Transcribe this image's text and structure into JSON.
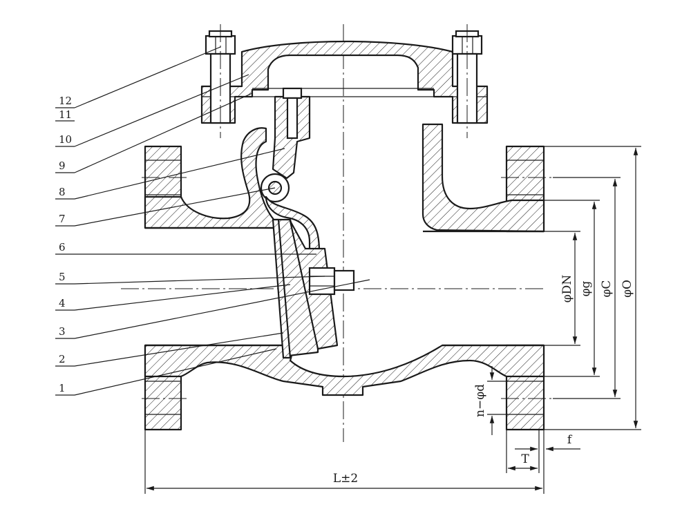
{
  "part_numbers": [
    "1",
    "2",
    "3",
    "4",
    "5",
    "6",
    "7",
    "8",
    "9",
    "10",
    "11",
    "12"
  ],
  "dimensions": {
    "length": "L±2",
    "dn": "φDN",
    "g": "φg",
    "c": "φC",
    "o": "φO",
    "holes": "n−φd",
    "t": "T",
    "f": "f"
  }
}
